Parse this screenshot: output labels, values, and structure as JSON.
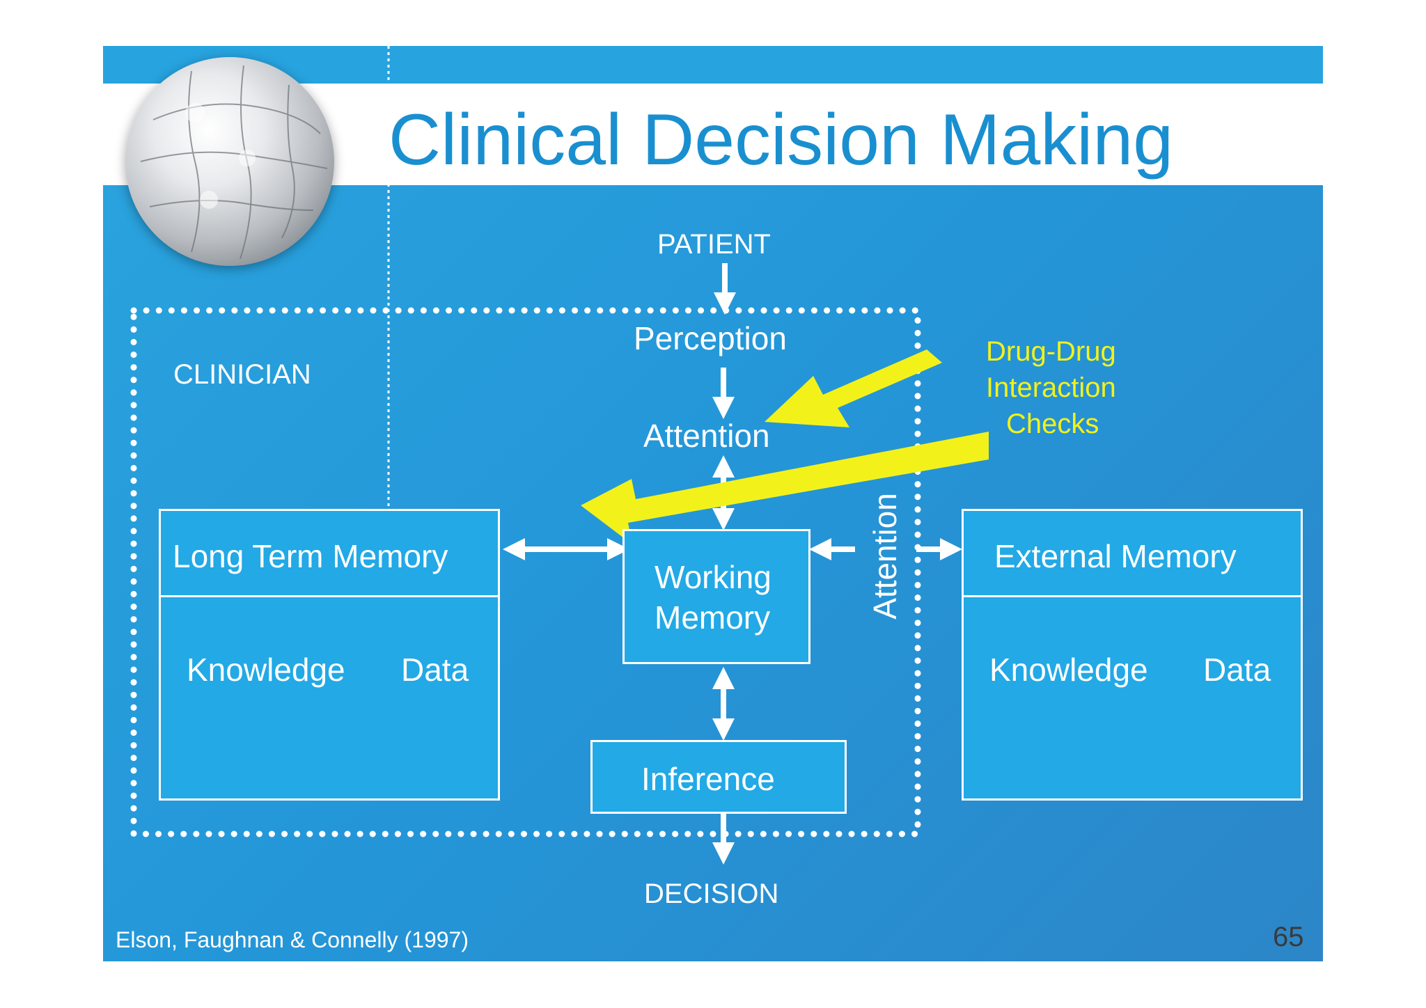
{
  "title": "Clinical Decision Making",
  "labels": {
    "patient": "PATIENT",
    "clinician": "CLINICIAN",
    "perception": "Perception",
    "attention_top": "Attention",
    "attention_side": "Attention",
    "long_term_memory": "Long Term Memory",
    "ltm_knowledge": "Knowledge",
    "ltm_data": "Data",
    "working_memory_line1": "Working",
    "working_memory_line2": "Memory",
    "inference": "Inference",
    "decision": "DECISION",
    "external_memory": "External Memory",
    "ext_knowledge": "Knowledge",
    "ext_data": "Data",
    "drug_line1": "Drug-Drug",
    "drug_line2": "Interaction",
    "drug_line3": "Checks"
  },
  "citation": "Elson, Faughnan & Connelly (1997)",
  "page_number": "65",
  "colors": {
    "title": "#1a8fd0",
    "background": "#2496d8",
    "highlight": "#f2f21a",
    "lines": "#ffffff"
  }
}
